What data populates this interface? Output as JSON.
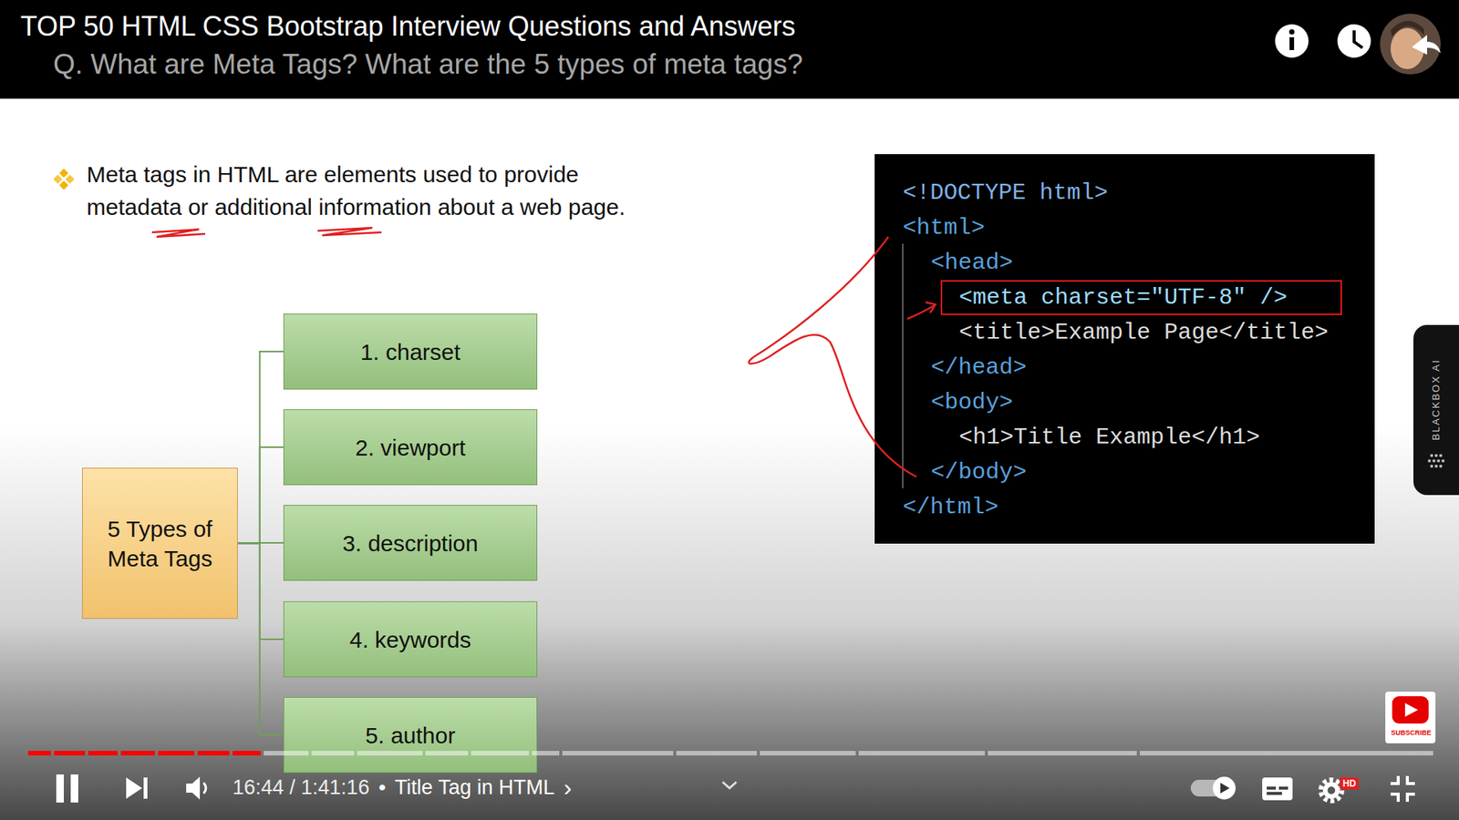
{
  "diagram": {
    "title": "Q. What are Meta Tags? What are the 5 types of meta tags?",
    "nodes": [
      {
        "text": [
          "5 Types of Meta Tags"
        ]
      },
      {
        "text": [
          "1. charset"
        ]
      },
      {
        "text": [
          "2. viewport"
        ]
      },
      {
        "text": [
          "3. description"
        ]
      },
      {
        "text": [
          "4. keywords"
        ]
      },
      {
        "text": [
          "5. author"
        ]
      },
      {
        "text": [
          "<!DOCTYPE html>",
          "<html>",
          "<head>",
          "<meta charset=\"UTF-8\" />",
          "<title>Example Page</title>",
          "</head>",
          "<body>",
          "<h1>Title Example</h1>",
          "</body>",
          "</html>"
        ]
      }
    ],
    "edges": [
      {
        "from": 0,
        "to": 1,
        "arrow": "none"
      },
      {
        "from": 0,
        "to": 2,
        "arrow": "none"
      },
      {
        "from": 0,
        "to": 3,
        "arrow": "none"
      },
      {
        "from": 0,
        "to": 4,
        "arrow": "none"
      },
      {
        "from": 0,
        "to": 5,
        "arrow": "none"
      }
    ],
    "labels": [
      "TOP 50 HTML CSS Bootstrap Interview Questions and Answers",
      "Meta tags in HTML are elements used to provide metadata or additional information about a web page.",
      "BLACKBOX AI",
      "SUBSCRIBE",
      "16:44 / 1:41:16",
      "•",
      "Title Tag in HTML",
      "›",
      "HD"
    ]
  }
}
